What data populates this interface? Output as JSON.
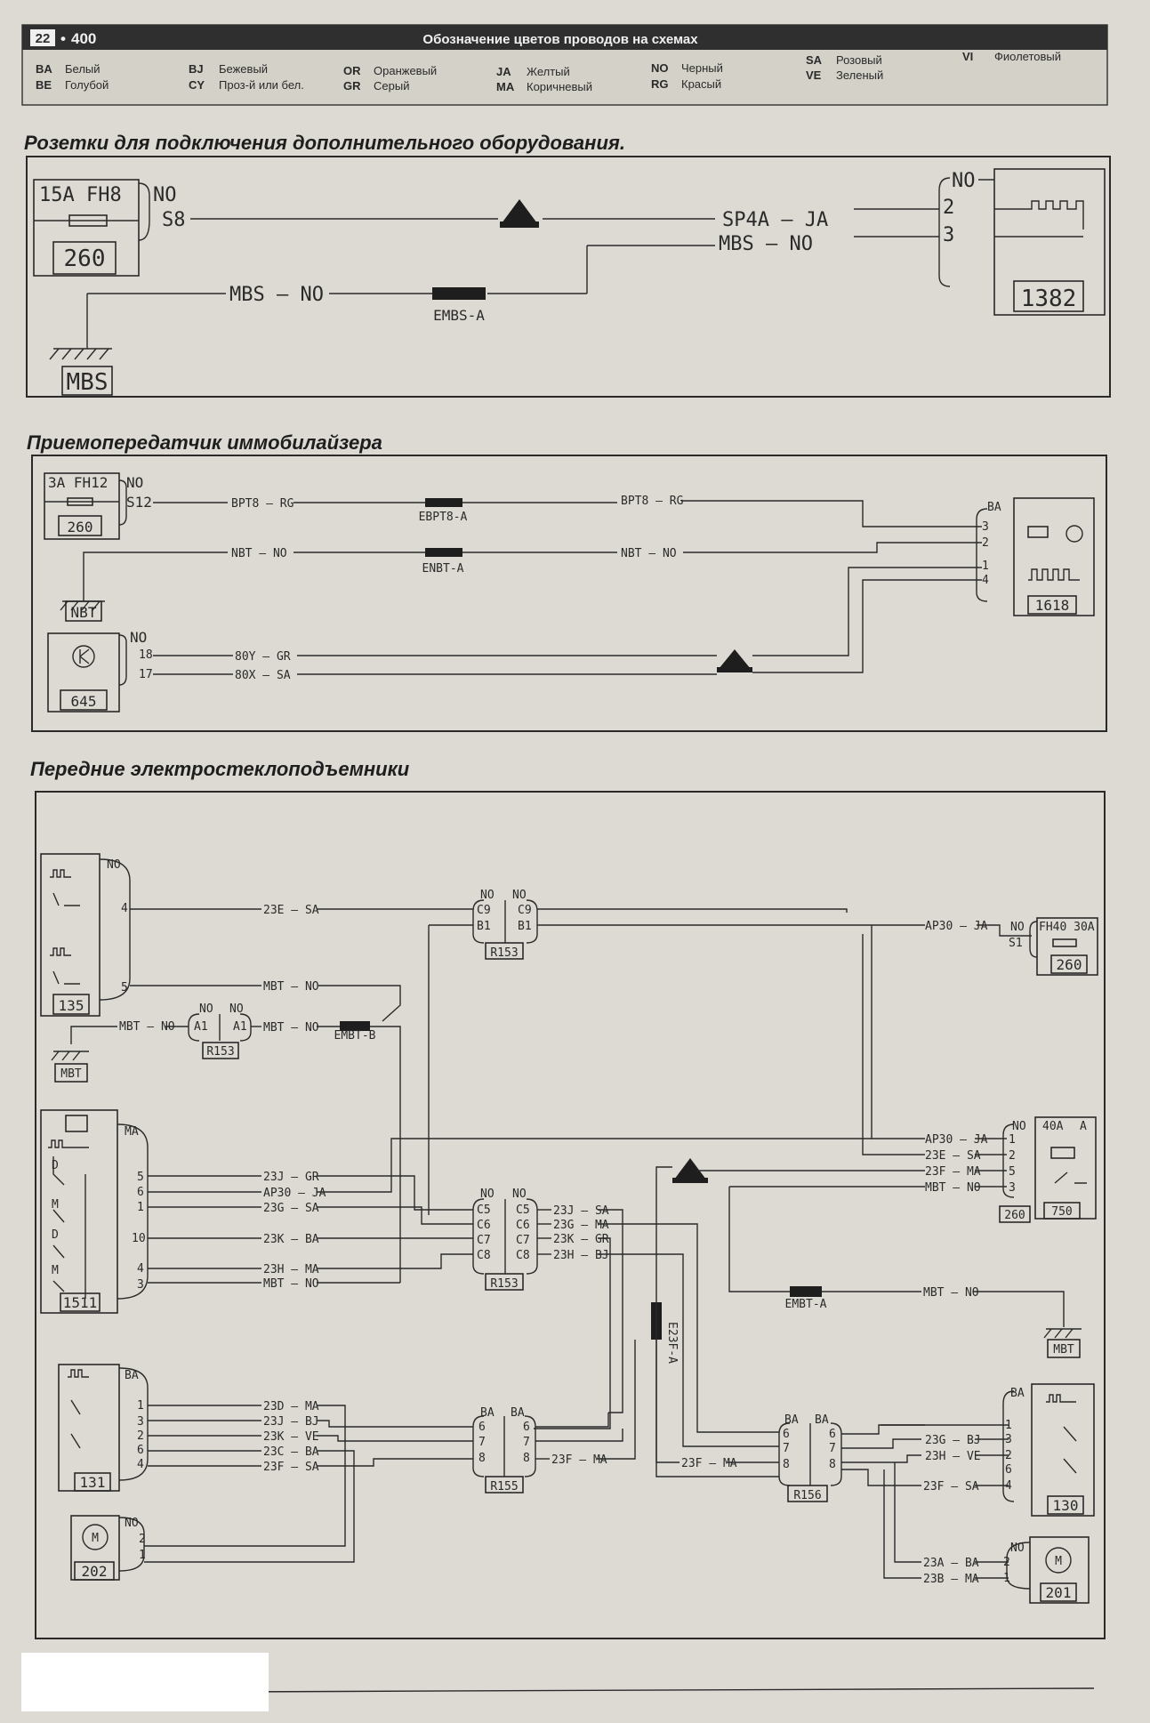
{
  "header": {
    "page_badge": "22",
    "page_number": "400",
    "title": "Обозначение цветов проводов на схемах",
    "legend": [
      {
        "code": "BA",
        "name": "Белый"
      },
      {
        "code": "BE",
        "name": "Голубой"
      },
      {
        "code": "BJ",
        "name": "Бежевый"
      },
      {
        "code": "CY",
        "name": "Проз-й или бел."
      },
      {
        "code": "OR",
        "name": "Оранжевый"
      },
      {
        "code": "GR",
        "name": "Серый"
      },
      {
        "code": "JA",
        "name": "Желтый"
      },
      {
        "code": "MA",
        "name": "Коричневый"
      },
      {
        "code": "NO",
        "name": "Черный"
      },
      {
        "code": "RG",
        "name": "Красый"
      },
      {
        "code": "SA",
        "name": "Розовый"
      },
      {
        "code": "VE",
        "name": "Зеленый"
      },
      {
        "code": "VI",
        "name": "Фиолетовый"
      }
    ]
  },
  "sections": {
    "s1": {
      "title": "Розетки для подключения дополнительного оборудования.",
      "fuse": "15A  FH8",
      "fuse_side": "NO",
      "pin_s8": "S8",
      "comp_260": "260",
      "wire_sp4a": "SP4A — JA",
      "wire_mbs_top": "MBS — NO",
      "wire_mbs_left": "MBS — NO",
      "splice": "EMBS-A",
      "ground": "MBS",
      "conn_1382_side": "NO",
      "pin_2": "2",
      "pin_3": "3",
      "comp_1382": "1382"
    },
    "s2": {
      "title": "Приемопередатчик иммобилайзера",
      "fuse": "3A  FH12",
      "fuse_side": "NO",
      "pin_s12": "S12",
      "comp_260": "260",
      "wire_bpt8": "BPT8 — RG",
      "splice_bpt8": "EBPT8-A",
      "wire_nbt": "NBT — NO",
      "splice_nbt": "ENBT-A",
      "ground": "NBT",
      "conn_645_side": "NO",
      "pin_18": "18",
      "pin_17": "17",
      "wire_80y": "80Y — GR",
      "wire_80x": "80X — SA",
      "comp_645": "645",
      "conn_1618_side": "BA",
      "pins_1618": [
        "3",
        "2",
        "1",
        "4"
      ],
      "comp_1618": "1618"
    },
    "s3": {
      "title": "Передние электростеклоподъемники",
      "comp_135": "135",
      "c135_side": "NO",
      "c135_pin4": "4",
      "c135_pin5": "5",
      "wire_23e_sa": "23E — SA",
      "wire_mbt_no": "MBT — NO",
      "r153_top_side": "NO",
      "r153_top_pins_l": [
        "C9",
        "B1"
      ],
      "r153_top_pins_r": [
        "C9",
        "B1"
      ],
      "r153": "R153",
      "wire_ap30_ja": "AP30 — JA",
      "fuse_fh40": "FH40 30A",
      "fuse_side": "NO",
      "pin_s1": "S1",
      "comp_260": "260",
      "ground_mbt": "MBT",
      "r153_a1": "A1",
      "splice_embt_b": "EMBT-B",
      "comp_1511": "1511",
      "c1511_side": "MA",
      "c1511_pins": [
        "5",
        "6",
        "1",
        "10",
        "4",
        "3"
      ],
      "c1511_wires": [
        "23J — GR",
        "AP30 — JA",
        "23G — SA",
        "23K — BA",
        "23H — MA",
        "MBT — NO"
      ],
      "r153_mid_pins": [
        "C5",
        "C6",
        "C7",
        "C8"
      ],
      "r153_mid_wires": [
        "23J — SA",
        "23G — MA",
        "23K — GR",
        "23H — BJ"
      ],
      "c750_side": "NO",
      "c750_fuse": "40A",
      "c750_a": "A",
      "c750_pins": [
        "1",
        "2",
        "5",
        "3"
      ],
      "c750_wires": [
        "AP30 — JA",
        "23E — SA",
        "23F — MA",
        "MBT — NO"
      ],
      "comp_750": "750",
      "splice_embt_a": "EMBT-A",
      "splice_e23f_a": "E23F-A",
      "comp_131": "131",
      "c131_side": "BA",
      "c131_pins": [
        "1",
        "3",
        "2",
        "6",
        "4"
      ],
      "c131_wires": [
        "23D — MA",
        "23J — BJ",
        "23K — VE",
        "23C — BA",
        "23F — SA"
      ],
      "r155": "R155",
      "r155_side": "BA",
      "r155_pins": [
        "6",
        "7",
        "8"
      ],
      "wire_23f_ma": "23F — MA",
      "r156": "R156",
      "r156_side": "BA",
      "r156_pins": [
        "6",
        "7",
        "8"
      ],
      "comp_130": "130",
      "c130_side": "BA",
      "c130_pins": [
        "1",
        "3",
        "2",
        "6",
        "4"
      ],
      "c130_wires": [
        "23G — BJ",
        "23H — VE",
        "23F — SA"
      ],
      "comp_202": "202",
      "c202_side": "NO",
      "c202_pins": [
        "2",
        "1"
      ],
      "comp_201": "201",
      "c201_side": "NO",
      "c201_pins": [
        "2",
        "1"
      ],
      "c201_wires": [
        "23A — BA",
        "23B — MA"
      ]
    }
  }
}
